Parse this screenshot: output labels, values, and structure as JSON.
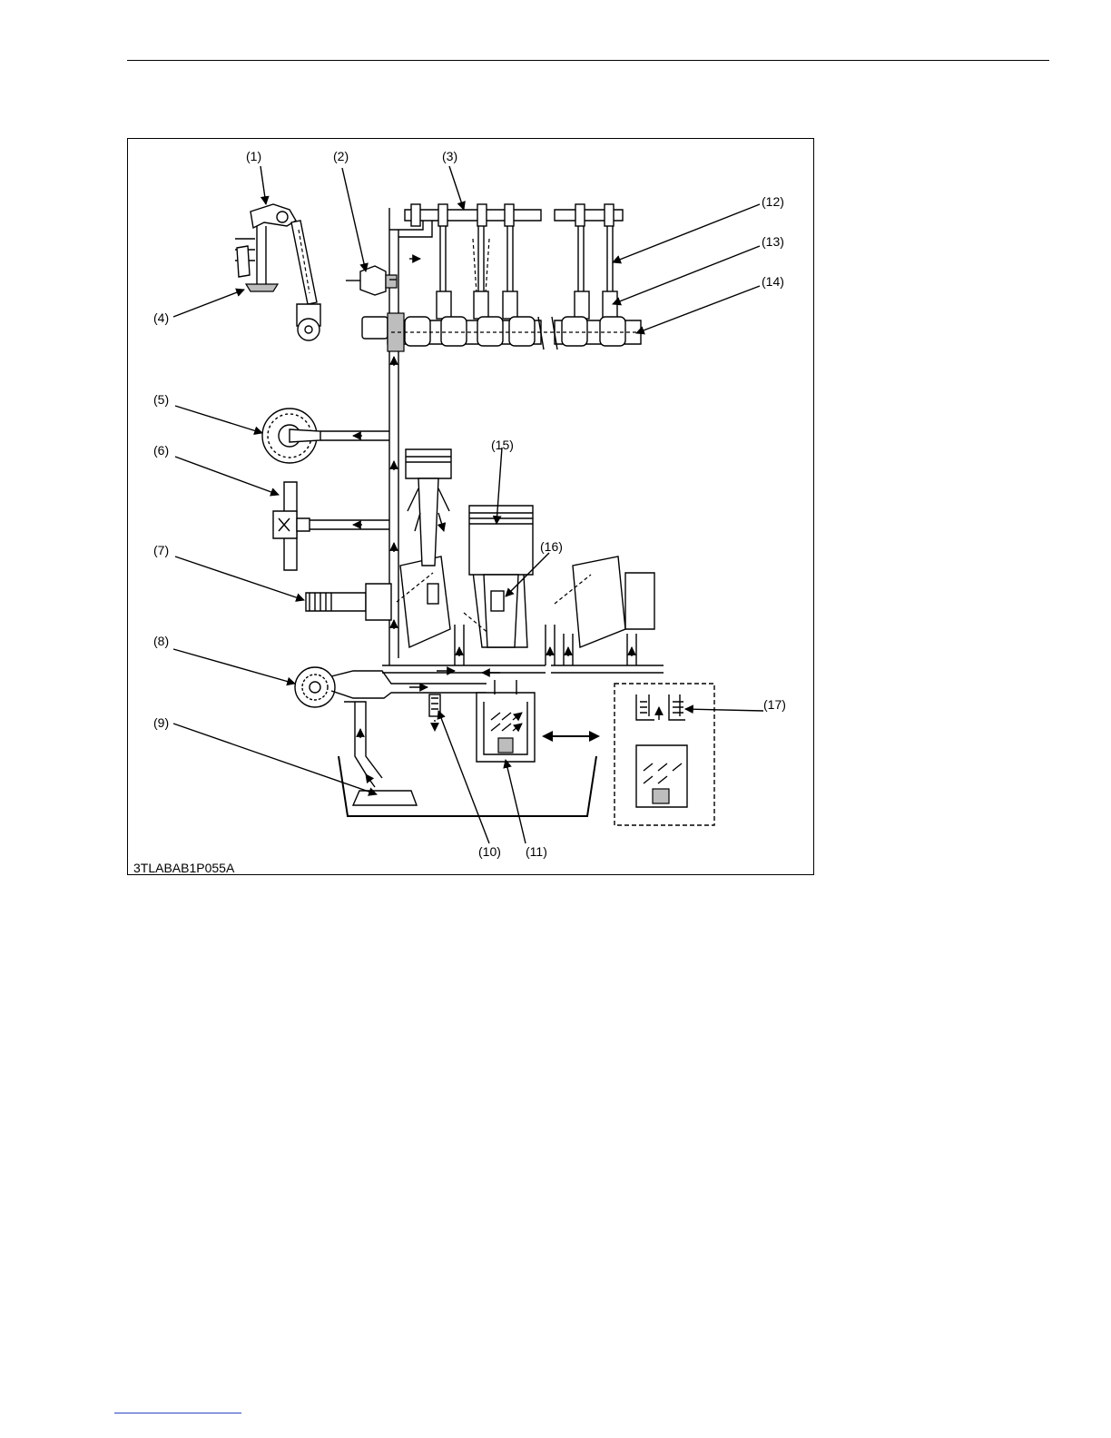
{
  "figure": {
    "code": "3TLABAB1P055A",
    "callouts": [
      "(1)",
      "(2)",
      "(3)",
      "(4)",
      "(5)",
      "(6)",
      "(7)",
      "(8)",
      "(9)",
      "(10)",
      "(11)",
      "(12)",
      "(13)",
      "(14)",
      "(15)",
      "(16)",
      "(17)"
    ]
  },
  "colors": {
    "line": "#000000",
    "shade": "#bdbdbd",
    "link": "#2b44c6"
  }
}
